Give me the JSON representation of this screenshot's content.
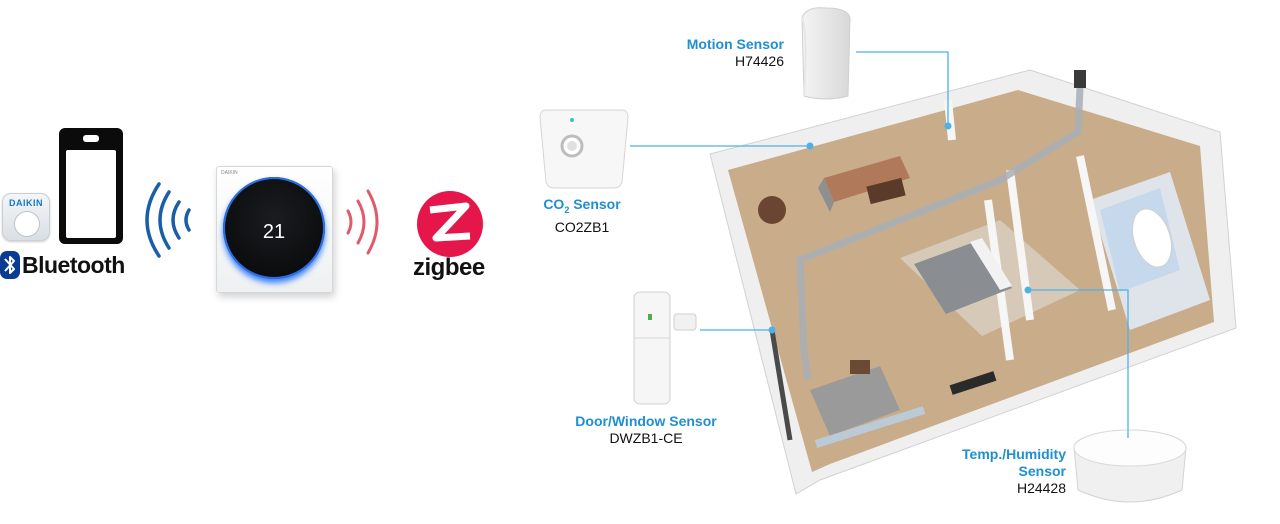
{
  "left": {
    "app_brand": "DAIKIN",
    "bluetooth_label": "Bluetooth",
    "thermostat_brand": "DAIKIN",
    "thermostat_temp": "21",
    "zigbee_label": "zigbee"
  },
  "sensors": {
    "motion": {
      "title": "Motion Sensor",
      "model": "H74426"
    },
    "co2": {
      "title_prefix": "CO",
      "title_sub": "2",
      "title_suffix": " Sensor",
      "model": "CO2ZB1"
    },
    "door": {
      "title": "Door/Window Sensor",
      "model": "DWZB1-CE"
    },
    "temp": {
      "title_line1": "Temp./Humidity",
      "title_line2": "Sensor",
      "model": "H24428"
    }
  },
  "colors": {
    "accent_blue": "#1f8fd1",
    "signal_blue": "#1a5ea8",
    "signal_red": "#e05a6c",
    "zigbee_red": "#e5174a"
  }
}
